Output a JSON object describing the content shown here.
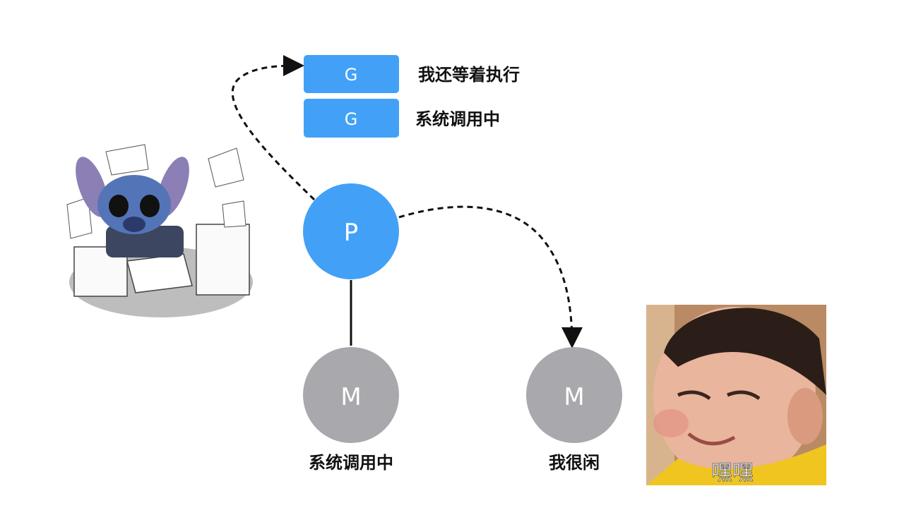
{
  "colors": {
    "g": "#42a1f7",
    "p": "#42a1f7",
    "m": "#a9a8ad"
  },
  "goroutines": [
    {
      "label": "G",
      "status": "我还等着执行"
    },
    {
      "label": "G",
      "status": "系统调用中"
    }
  ],
  "processor": {
    "label": "P"
  },
  "machines": [
    {
      "label": "M",
      "status": "系统调用中"
    },
    {
      "label": "M",
      "status": "我很闲"
    }
  ],
  "images": {
    "busy_worker": "stitch-busy-at-desk",
    "idle_child": "smiling-child",
    "idle_child_caption": "嘿嘿"
  }
}
